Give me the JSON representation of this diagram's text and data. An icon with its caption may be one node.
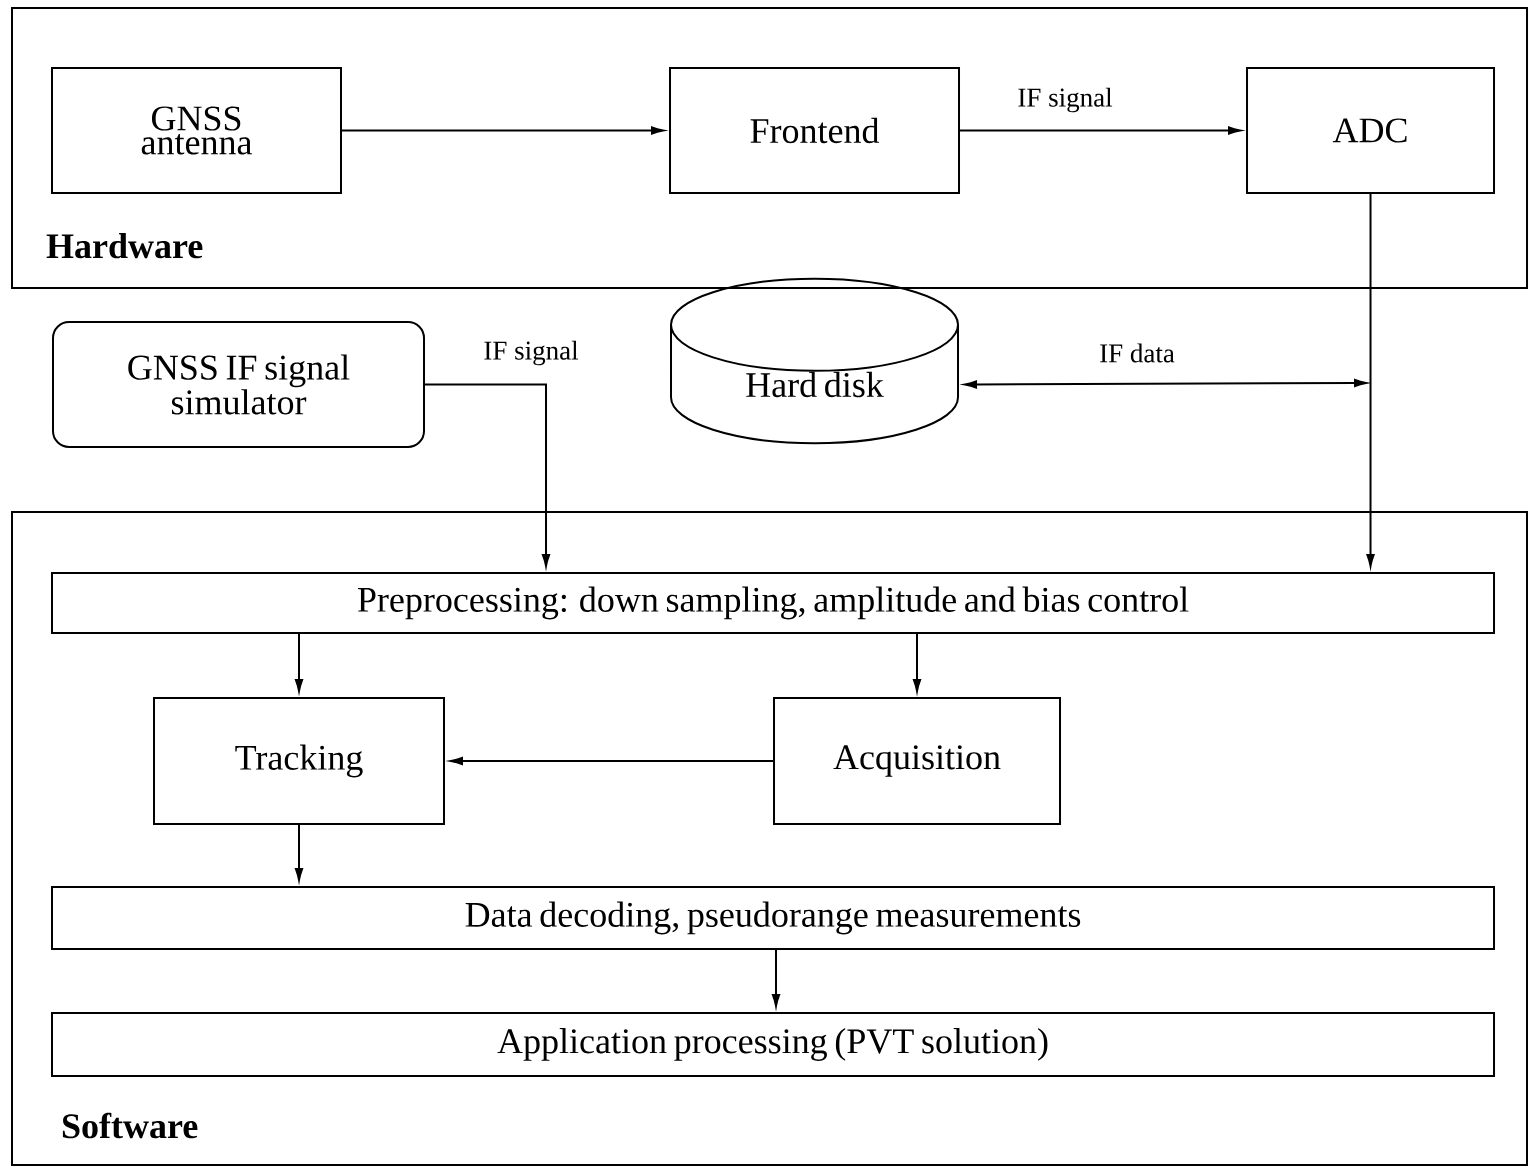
{
  "diagram": {
    "nodes": [
      {
        "text": [
          "Hardware"
        ]
      },
      {
        "text": [
          "GNSS antenna"
        ],
        "in": 0
      },
      {
        "text": [
          "Frontend"
        ],
        "in": 0
      },
      {
        "text": [
          "ADC"
        ],
        "in": 0
      },
      {
        "text": [
          "GNSS IF signal simulator"
        ]
      },
      {
        "text": [
          "Hard disk"
        ]
      },
      {
        "text": [
          "Software"
        ]
      },
      {
        "text": [
          "Preprocessing: down sampling, amplitude and bias control"
        ],
        "in": 6
      },
      {
        "text": [
          "Tracking"
        ],
        "in": 6
      },
      {
        "text": [
          "Acquisition"
        ],
        "in": 6
      },
      {
        "text": [
          "Data decoding, pseudorange measurements"
        ],
        "in": 6
      },
      {
        "text": [
          "Application processing (PVT solution)"
        ],
        "in": 6
      }
    ],
    "edges": [
      {
        "from": 1,
        "to": 2,
        "arrow": "to"
      },
      {
        "from": 2,
        "to": 3,
        "arrow": "to",
        "label": "IF signal"
      },
      {
        "from": 3,
        "to": 7,
        "arrow": "to"
      },
      {
        "from": 4,
        "to": 7,
        "arrow": "to",
        "label": "IF signal"
      },
      {
        "from": 5,
        "to": null,
        "arrow": "both",
        "label": "IF data"
      },
      {
        "from": 7,
        "to": 8,
        "arrow": "to"
      },
      {
        "from": 7,
        "to": 9,
        "arrow": "to"
      },
      {
        "from": 9,
        "to": 8,
        "arrow": "to"
      },
      {
        "from": 8,
        "to": 10,
        "arrow": "to"
      },
      {
        "from": 10,
        "to": 11,
        "arrow": "to"
      }
    ]
  }
}
